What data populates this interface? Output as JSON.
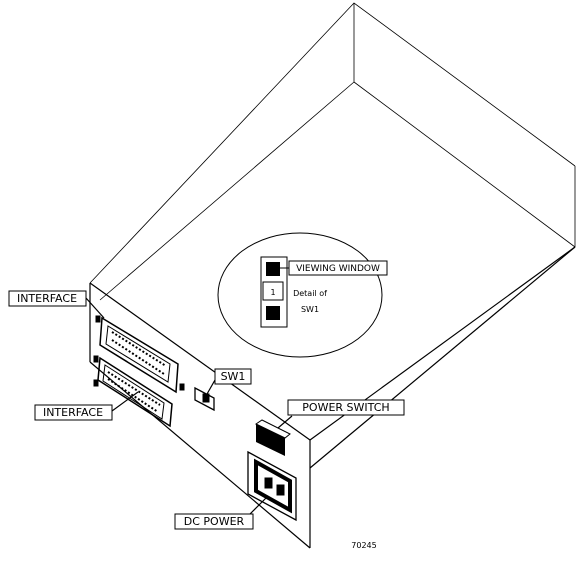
{
  "labels": {
    "interface_top": "INTERFACE",
    "interface_bottom": "INTERFACE",
    "sw1": "SW1",
    "power_switch": "POWER SWITCH",
    "dc_power": "DC POWER",
    "viewing_window": "VIEWING WINDOW",
    "detail_line1": "Detail of",
    "detail_line2": "SW1",
    "switch_position": "1",
    "figure_id": "70245"
  }
}
